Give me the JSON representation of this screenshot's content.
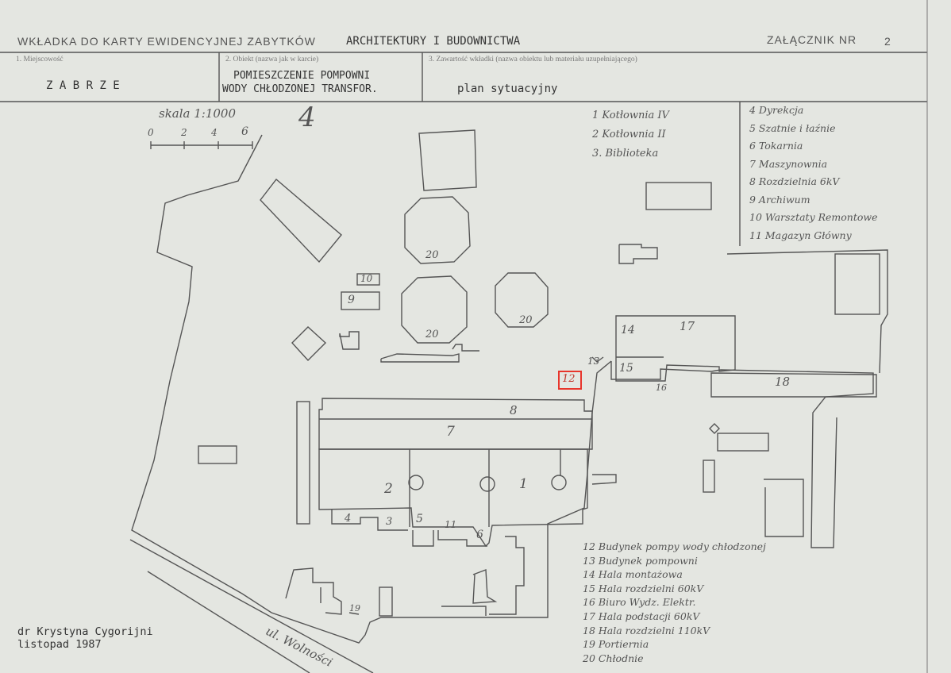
{
  "header": {
    "title_left": "WKŁADKA DO KARTY EWIDENCYJNEJ ZABYTKÓW",
    "title_typed": "ARCHITEKTURY I BUDOWNICTWA",
    "attachment_label": "ZAŁĄCZNIK NR",
    "attachment_number": "2",
    "field1_label": "1. Miejscowość",
    "field1_value": "Z A B R Z E",
    "field2_label": "2. Obiekt (nazwa jak w karcie)",
    "field2_value_line1": "POMIESZCZENIE POMPOWNI",
    "field2_value_line2": "WODY CHŁODZONEJ TRANSFOR.",
    "field3_label": "3. Zawartość wkładki (nazwa obiektu lub materiału uzupełniającego)",
    "field3_value": "plan sytuacyjny"
  },
  "scale": {
    "label": "skala 1:1000",
    "ticks": [
      "0",
      "2",
      "4",
      "6"
    ],
    "sheet_mark": "4"
  },
  "legend_top": [
    "1 Kotłownia IV",
    "2 Kotłownia II",
    "3. Biblioteka"
  ],
  "legend_right": [
    "4 Dyrekcja",
    "5 Szatnie i łaźnie",
    "6 Tokarnia",
    "7 Maszynownia",
    "8 Rozdzielnia 6kV",
    "9 Archiwum",
    "10 Warsztaty Remontowe",
    "11 Magazyn Główny"
  ],
  "legend_bottom": [
    "12 Budynek pompy wody chłodzonej",
    "13 Budynek pompowni",
    "14 Hala montażowa",
    "15 Hala rozdzielni 60kV",
    "16 Biuro Wydz. Elektr.",
    "17 Hala podstacji 60kV",
    "18 Hala rozdzielni 110kV",
    "19 Portiernia",
    "20 Chłodnie"
  ],
  "map_numbers": {
    "n1": "1",
    "n2": "2",
    "n3": "3",
    "n4": "4",
    "n5": "5",
    "n6": "6",
    "n7": "7",
    "n8": "8",
    "n9": "9",
    "n10": "10",
    "n11": "11",
    "n12": "12",
    "n13": "13",
    "n14": "14",
    "n15": "15",
    "n16": "16",
    "n17": "17",
    "n18": "18",
    "n19": "19",
    "n20a": "20",
    "n20b": "20",
    "n20c": "20"
  },
  "street": "ul. Wolności",
  "author_line1": "dr Krystyna Cygorijni",
  "author_line2": "listopad 1987",
  "colors": {
    "paper": "#e4e6e1",
    "ink": "#555555",
    "highlight": "#e8352b"
  }
}
